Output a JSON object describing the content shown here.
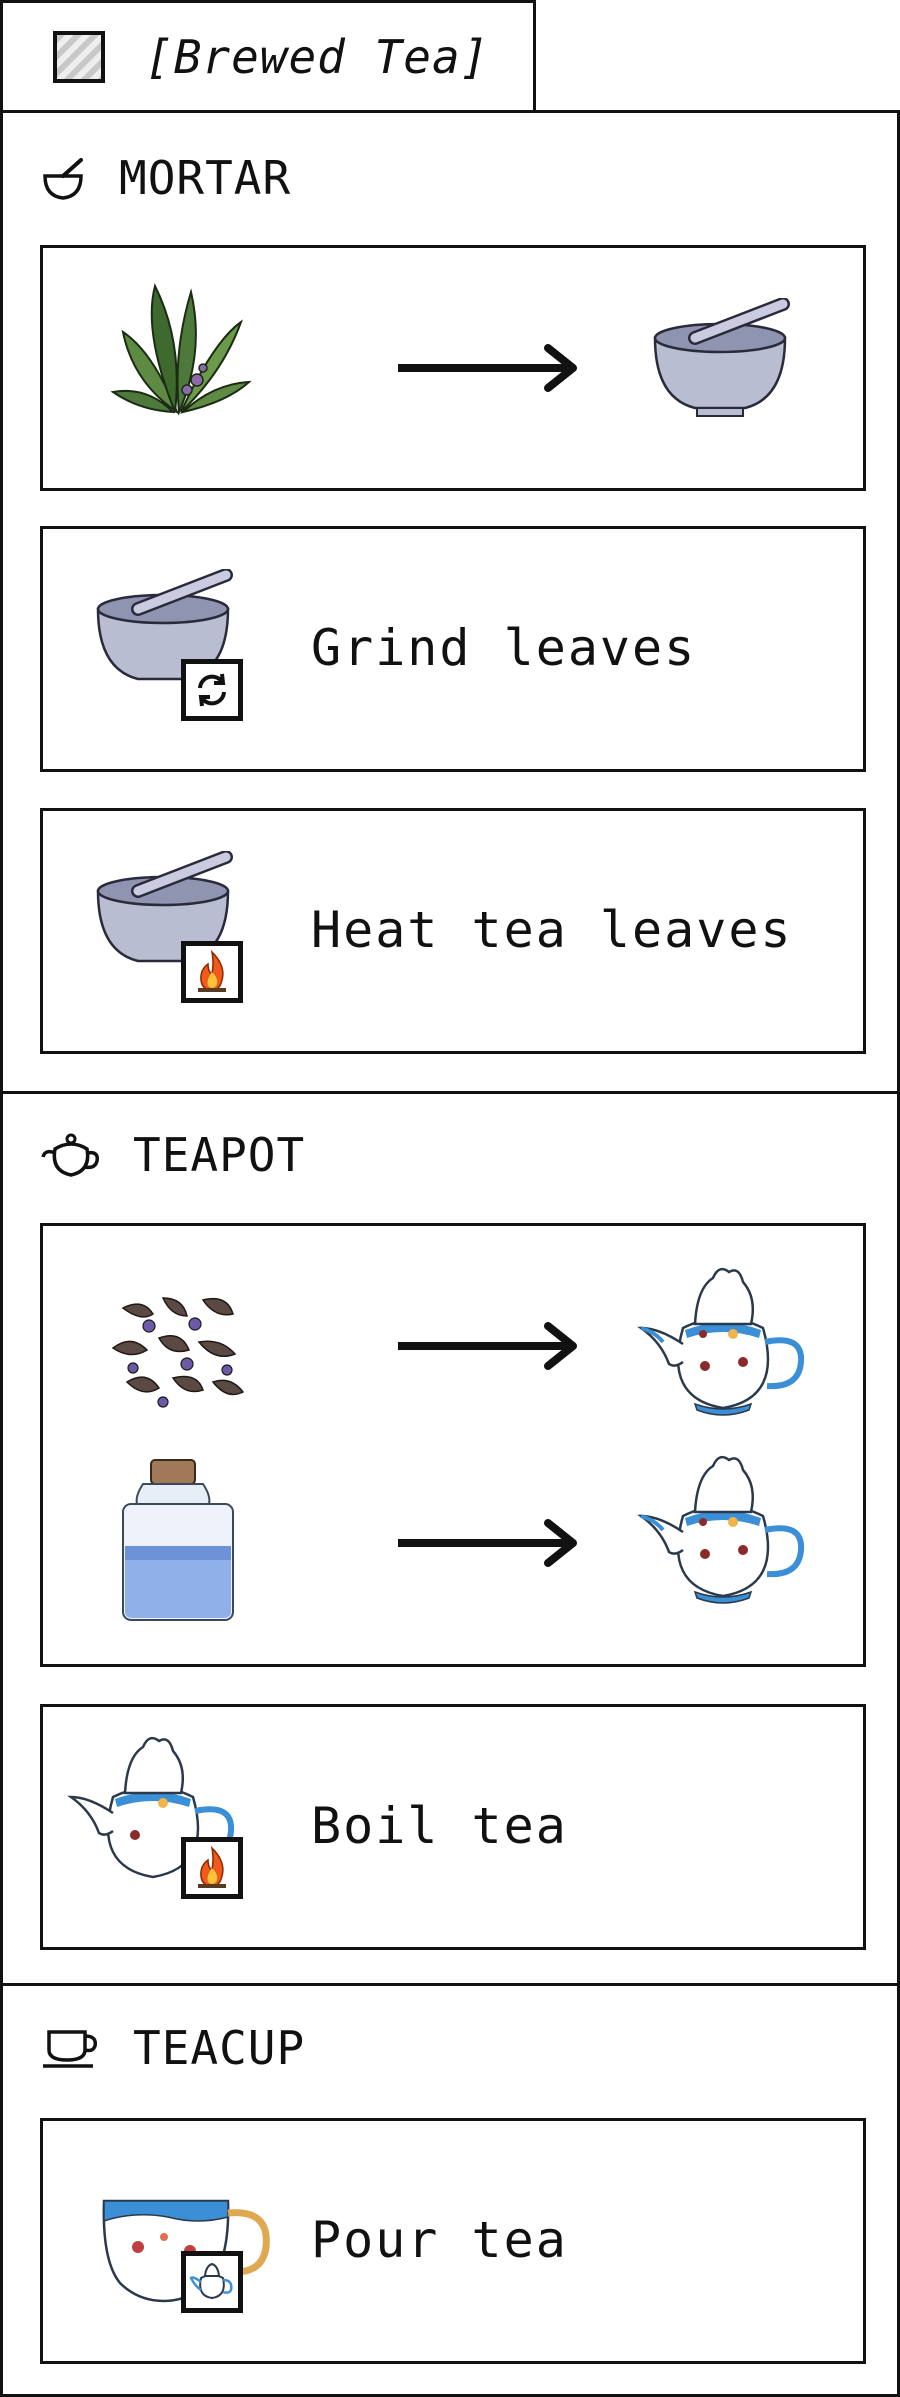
{
  "header": {
    "title": "[Brewed Tea]",
    "swatch_icon": "hatched-swatch-icon"
  },
  "sections": [
    {
      "title": "MORTAR",
      "icon": "mortar-icon",
      "recipe": [
        {
          "input": "herb-leaves-icon",
          "output": "mortar-pestle-icon"
        }
      ],
      "steps": [
        {
          "label": "Grind leaves",
          "tool": "mortar-pestle-icon",
          "badge": "refresh-icon"
        },
        {
          "label": "Heat tea leaves",
          "tool": "mortar-pestle-icon",
          "badge": "fire-icon"
        }
      ]
    },
    {
      "title": "TEAPOT",
      "icon": "teapot-icon",
      "recipe": [
        {
          "input": "dried-tea-leaves-icon",
          "output": "teapot-icon"
        },
        {
          "input": "water-bottle-icon",
          "output": "teapot-icon"
        }
      ],
      "steps": [
        {
          "label": "Boil tea",
          "tool": "teapot-icon",
          "badge": "fire-icon"
        }
      ]
    },
    {
      "title": "TEACUP",
      "icon": "teacup-icon",
      "steps": [
        {
          "label": "Pour tea",
          "tool": "teacup-icon",
          "badge": "teapot-icon"
        }
      ]
    }
  ],
  "colors": {
    "line": "#111111",
    "porcelain": "#b9bdd2",
    "leaf": "#4d7a3a",
    "fire": "#f05a1a",
    "blue": "#3b8fd6"
  }
}
